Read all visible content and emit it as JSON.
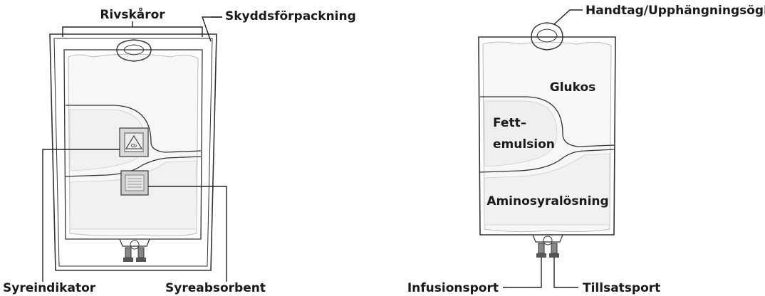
{
  "left_figure": {
    "labels": {
      "tear_notches": "Rivskåror",
      "overpouch": "Skyddsförpackning",
      "oxygen_indicator": "Syreindikator",
      "oxygen_absorber": "Syreabsorbent"
    },
    "indicator_symbol": "O₂"
  },
  "right_figure": {
    "labels": {
      "handle": "Handtag/Upphängningsögla",
      "glucose": "Glukos",
      "fat_emulsion_line1": "Fett–",
      "fat_emulsion_line2": "emulsion",
      "amino_acid": "Aminosyralösning",
      "infusion_port": "Infusionsport",
      "additive_port": "Tillsatsport"
    }
  }
}
